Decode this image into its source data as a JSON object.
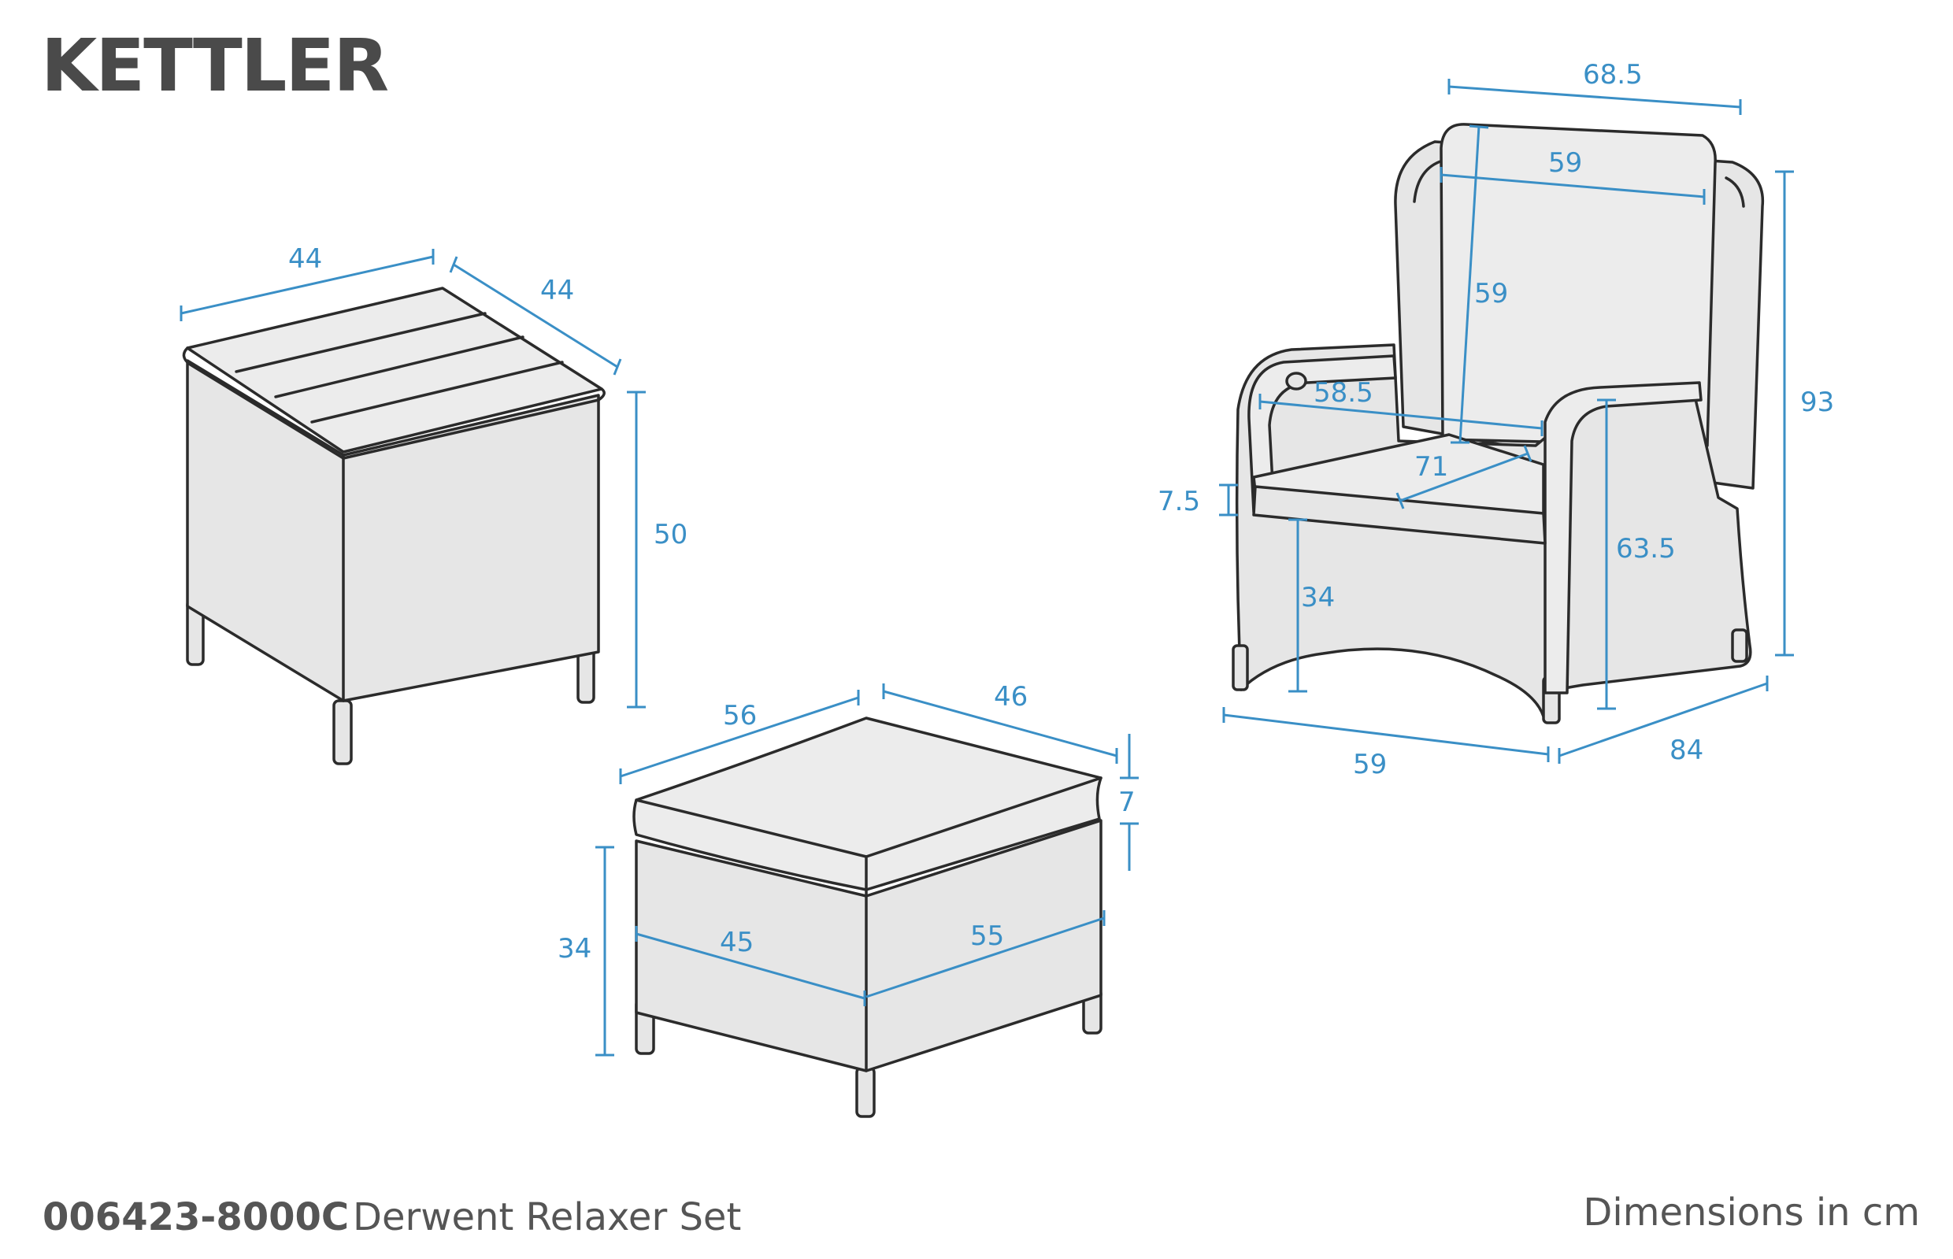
{
  "brand": {
    "logo_text": "KETTLER"
  },
  "footer": {
    "code": "006423-8000C",
    "product_name": "Derwent Relaxer Set",
    "units_note": "Dimensions in cm"
  },
  "colors": {
    "dimension_blue": "#3a8fc6",
    "outline_dark": "#2b2b2b",
    "fill_grey": "#e6e6e6",
    "logo_grey": "#4a4a4a",
    "footer_grey": "#555555"
  },
  "side_table": {
    "width": "44",
    "depth": "44",
    "height": "50"
  },
  "footstool": {
    "top_width": "56",
    "top_depth": "46",
    "cushion_height": "7",
    "base_width": "45",
    "base_depth": "55",
    "base_height": "34"
  },
  "relaxer_chair": {
    "overall_width_top": "68.5",
    "back_cushion_width": "59",
    "back_cushion_height": "59",
    "seat_width": "58.5",
    "seat_depth": "71",
    "seat_cushion_thickness": "7.5",
    "seat_height": "34",
    "arm_height": "63.5",
    "total_height": "93",
    "base_width": "59",
    "base_depth": "84"
  }
}
